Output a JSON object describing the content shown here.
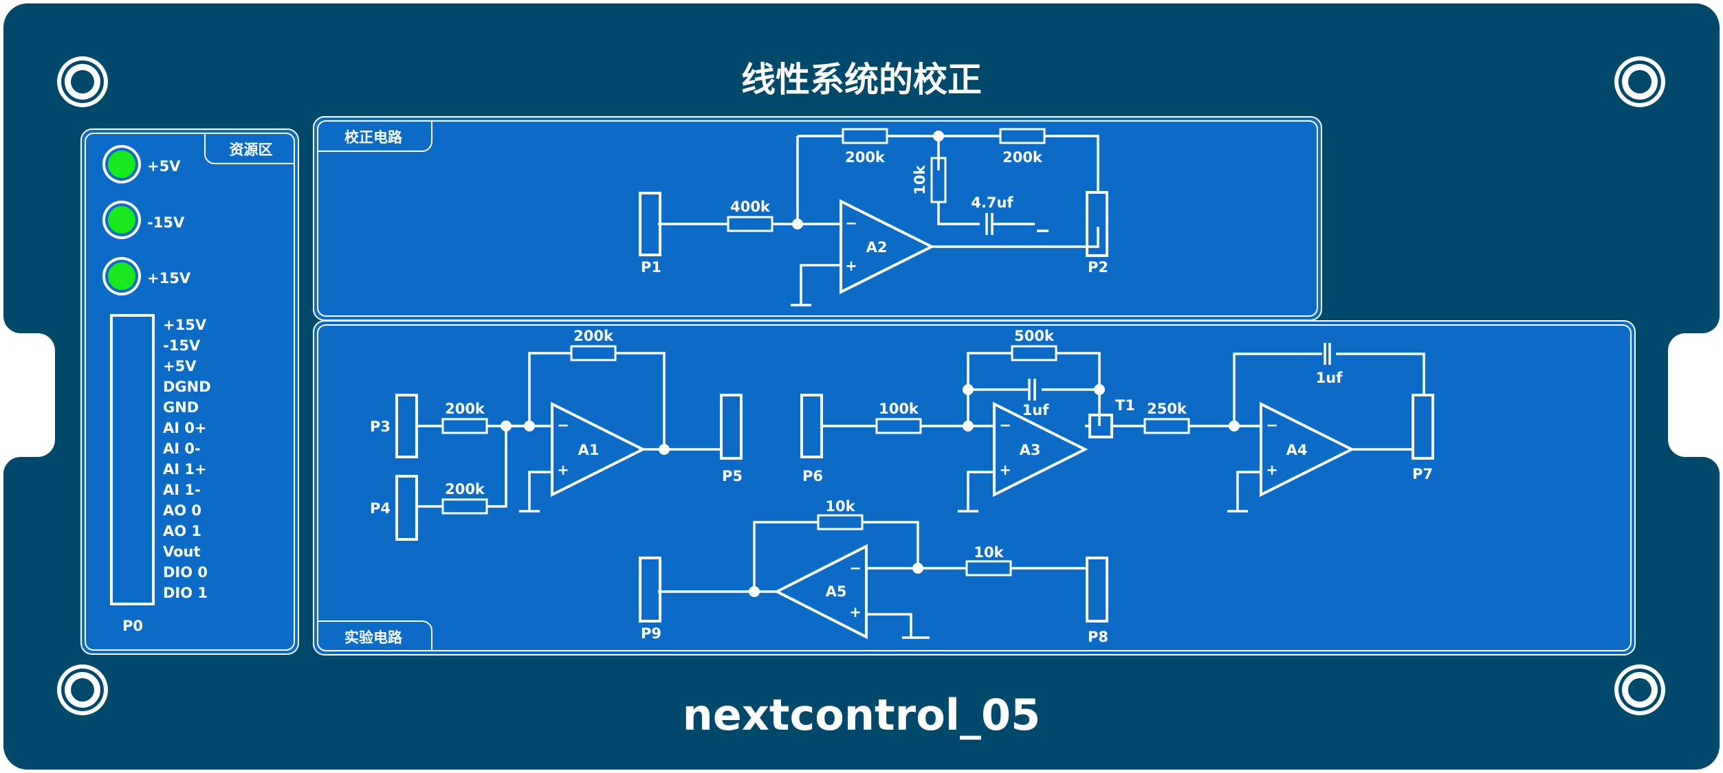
{
  "panel": {
    "title": "线性系统的校正",
    "brand": "nextcontrol_05",
    "colors": {
      "board": "#00496b",
      "panel": "#0b6bc6",
      "line": "#ffffff",
      "led": "#18e81c"
    }
  },
  "resource": {
    "title": "资源区",
    "leds": [
      {
        "label": "+5V"
      },
      {
        "label": "-15V"
      },
      {
        "label": "+15V"
      }
    ],
    "connector_label": "P0",
    "pins": [
      "+15V",
      "-15V",
      "+5V",
      "DGND",
      "GND",
      "AI 0+",
      "AI 0-",
      "AI 1+",
      "AI 1-",
      "AO 0",
      "AO 1",
      "Vout",
      "DIO 0",
      "DIO 1"
    ]
  },
  "correction": {
    "title": "校正电路",
    "r_in": "400k",
    "r_fb1": "200k",
    "r_fb2": "200k",
    "r_shunt": "10k",
    "c_shunt": "4.7uf",
    "amp": "A2",
    "ports": [
      "P1",
      "P2"
    ]
  },
  "experiment": {
    "title": "实验电路",
    "a1": {
      "amp": "A1",
      "r_in1": "200k",
      "r_in2": "200k",
      "r_fb": "200k",
      "ports": [
        "P3",
        "P4",
        "P5"
      ]
    },
    "a3": {
      "amp": "A3",
      "r_in": "100k",
      "r_fb": "500k",
      "c_fb": "1uf",
      "port_in": "P6",
      "test_point": "T1"
    },
    "a4": {
      "amp": "A4",
      "r_in": "250k",
      "c_fb": "1uf",
      "port_out": "P7"
    },
    "a5": {
      "amp": "A5",
      "r_fb": "10k",
      "r_out": "10k",
      "ports": [
        "P9",
        "P8"
      ]
    },
    "signs": {
      "minus": "−",
      "plus": "+"
    }
  }
}
